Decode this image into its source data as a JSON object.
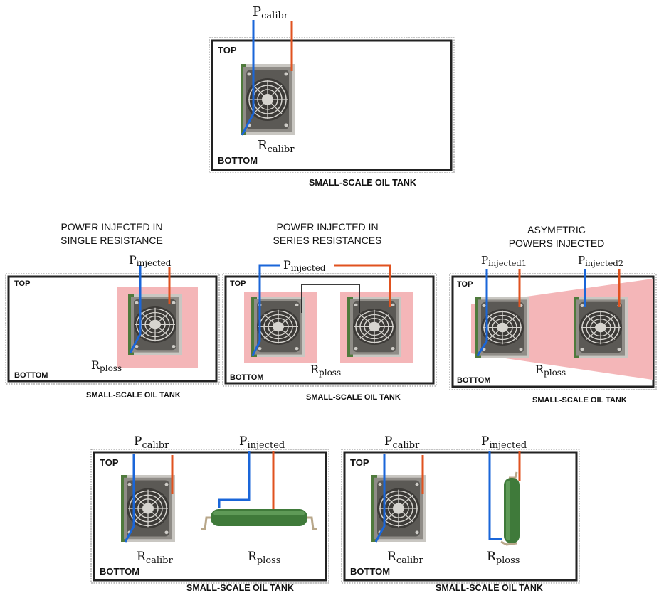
{
  "colors": {
    "wire_blue": "#1a66d9",
    "wire_red": "#e0521f",
    "heat_zone": "#f4b6b8",
    "resistor_green": "#3f7a3a"
  },
  "labels": {
    "top": "TOP",
    "bottom": "BOTTOM",
    "tank": "SMALL-SCALE OIL TANK"
  },
  "panels": {
    "calibration": {
      "power_base": "P",
      "power_sub": "calibr",
      "res_base": "R",
      "res_sub": "calibr"
    },
    "single": {
      "caption_line1": "POWER INJECTED IN",
      "caption_line2": "SINGLE RESISTANCE",
      "power_base": "P",
      "power_sub": "injected",
      "res_base": "R",
      "res_sub": "ploss"
    },
    "series": {
      "caption_line1": "POWER INJECTED IN",
      "caption_line2": "SERIES RESISTANCES",
      "power_base": "P",
      "power_sub": "injected",
      "res_base": "R",
      "res_sub": "ploss"
    },
    "asymmetric": {
      "caption_line1": "ASYMETRIC",
      "caption_line2": "POWERS INJECTED",
      "power1_base": "P",
      "power1_sub": "injected1",
      "power2_base": "P",
      "power2_sub": "injected2",
      "res_base": "R",
      "res_sub": "ploss"
    },
    "horizontal": {
      "calibr_base": "P",
      "calibr_sub": "calibr",
      "injected_base": "P",
      "injected_sub": "injected",
      "rcal_base": "R",
      "rcal_sub": "calibr",
      "res_base": "R",
      "res_sub": "ploss"
    },
    "vertical": {
      "calibr_base": "P",
      "calibr_sub": "calibr",
      "injected_base": "P",
      "injected_sub": "injected",
      "rcal_base": "R",
      "rcal_sub": "calibr",
      "res_base": "R",
      "res_sub": "ploss"
    }
  }
}
